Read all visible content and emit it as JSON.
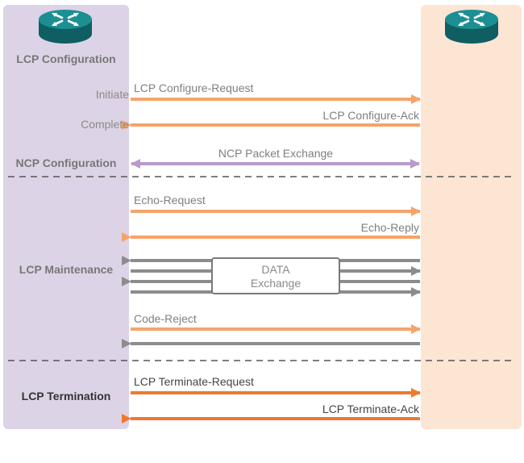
{
  "phases": {
    "lcp_configuration": "LCP Configuration",
    "ncp_configuration": "NCP Configuration",
    "lcp_maintenance": "LCP Maintenance",
    "lcp_termination": "LCP Termination"
  },
  "steps": {
    "initiate": "Initiate",
    "complete": "Complete"
  },
  "messages": {
    "configure_request": "LCP Configure-Request",
    "configure_ack": "LCP Configure-Ack",
    "ncp_exchange": "NCP Packet Exchange",
    "echo_request": "Echo-Request",
    "echo_reply": "Echo-Reply",
    "data_exchange_line1": "DATA",
    "data_exchange_line2": "Exchange",
    "code_reject": "Code-Reject",
    "terminate_request": "LCP Terminate-Request",
    "terminate_ack": "LCP Terminate-Ack"
  },
  "icons": {
    "left_device": "router-icon",
    "right_device": "router-icon"
  },
  "colors": {
    "lcp_arrow": "#f4a46b",
    "ncp_arrow": "#b79bcc",
    "data_arrow": "#8c8c8c",
    "termination_arrow": "#ee7a2e",
    "left_panel": "#ddd3e6",
    "right_panel": "#fde5d4"
  }
}
